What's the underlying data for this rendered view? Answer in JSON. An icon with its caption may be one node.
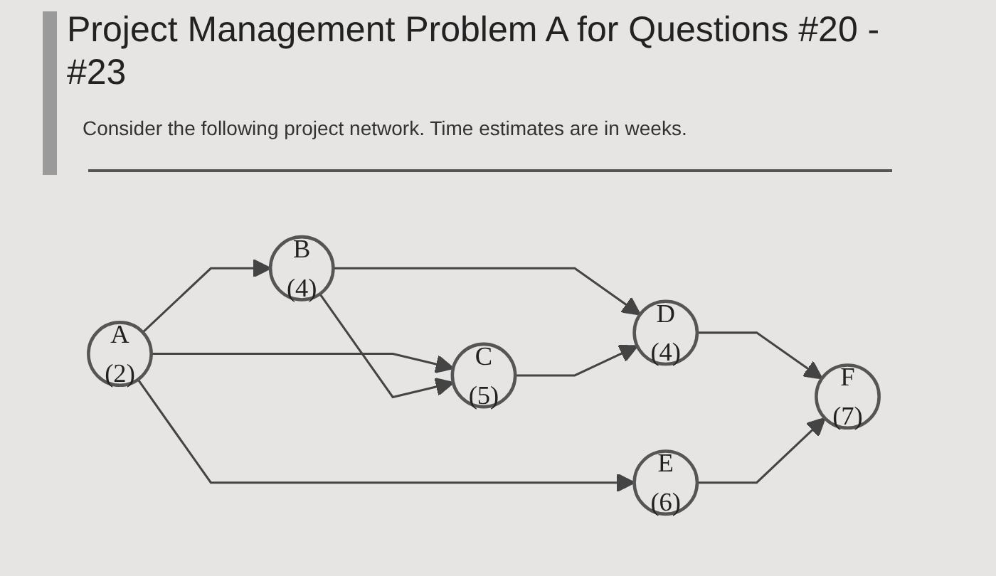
{
  "diagram": {
    "title": "Project Management Problem A for Questions #20 - #23",
    "nodes": [
      {
        "text": [
          "A",
          "(2)"
        ]
      },
      {
        "text": [
          "B",
          "(4)"
        ]
      },
      {
        "text": [
          "C",
          "(5)"
        ]
      },
      {
        "text": [
          "D",
          "(4)"
        ]
      },
      {
        "text": [
          "E",
          "(6)"
        ]
      },
      {
        "text": [
          "F",
          "(7)"
        ]
      }
    ],
    "edges": [
      {
        "from": 0,
        "to": 1,
        "arrow": "to"
      },
      {
        "from": 0,
        "to": 2,
        "arrow": "to"
      },
      {
        "from": 0,
        "to": 4,
        "arrow": "to"
      },
      {
        "from": 1,
        "to": 2,
        "arrow": "to"
      },
      {
        "from": 1,
        "to": 3,
        "arrow": "to"
      },
      {
        "from": 2,
        "to": 3,
        "arrow": "to"
      },
      {
        "from": 3,
        "to": 5,
        "arrow": "to"
      },
      {
        "from": 4,
        "to": 5,
        "arrow": "to"
      }
    ],
    "labels": [
      "Consider the following project network. Time estimates are in weeks."
    ]
  }
}
